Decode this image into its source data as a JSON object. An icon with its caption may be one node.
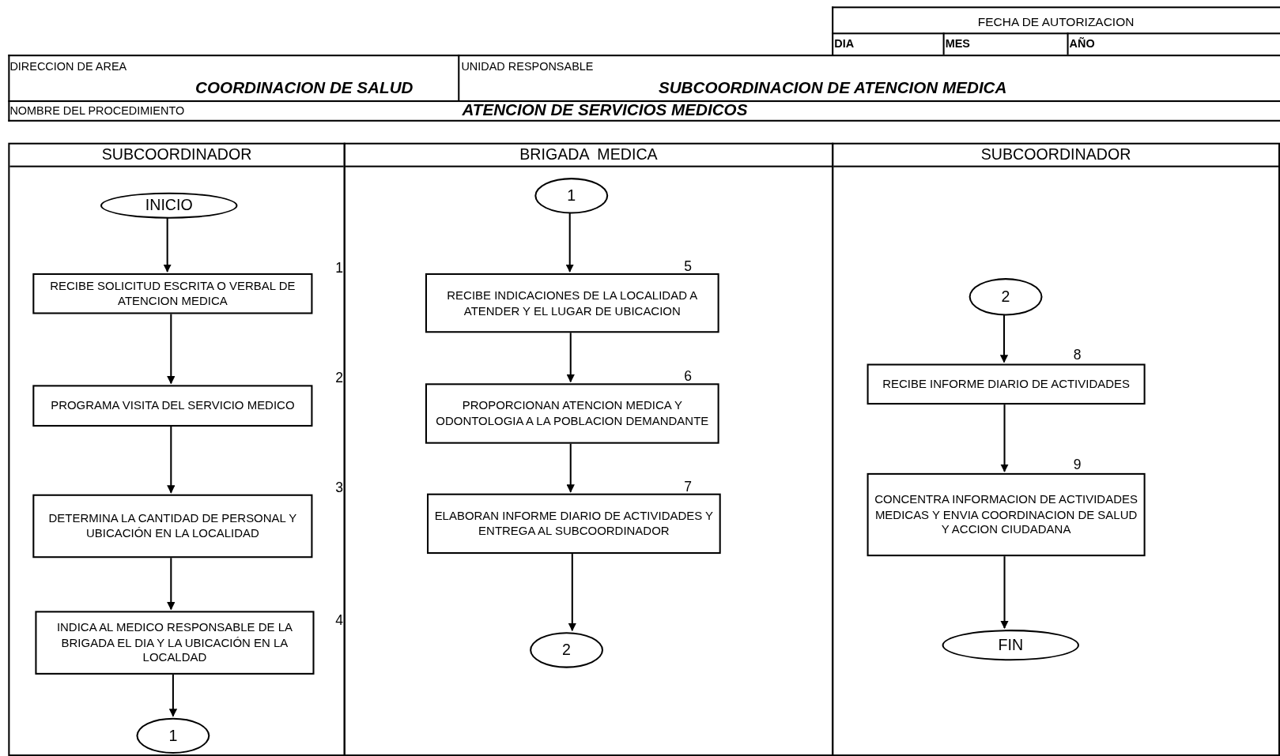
{
  "diagram": {
    "nodes": [
      {
        "text": [
          "SUBCOORDINADOR"
        ]
      },
      {
        "text": [
          "INICIO"
        ],
        "in": 0
      },
      {
        "text": [
          "RECIBE SOLICITUD ESCRITA O VERBAL DE ATENCION MEDICA"
        ],
        "beside": [
          "1"
        ],
        "in": 0
      },
      {
        "text": [
          "PROGRAMA VISITA DEL SERVICIO MEDICO"
        ],
        "beside": [
          "2"
        ],
        "in": 0
      },
      {
        "text": [
          "DETERMINA LA CANTIDAD DE PERSONAL Y UBICACIÓN EN LA LOCALIDAD"
        ],
        "beside": [
          "3"
        ],
        "in": 0
      },
      {
        "text": [
          "INDICA AL MEDICO RESPONSABLE DE LA BRIGADA EL DIA Y LA UBICACIÓN EN LA LOCALDAD"
        ],
        "beside": [
          "4"
        ],
        "in": 0
      },
      {
        "text": [
          "1"
        ],
        "in": 0
      },
      {
        "text": [
          "BRIGADA  MEDICA"
        ]
      },
      {
        "text": [
          "1"
        ],
        "in": 7
      },
      {
        "text": [
          "RECIBE INDICACIONES DE LA LOCALIDAD A ATENDER Y EL LUGAR DE UBICACION"
        ],
        "beside": [
          "5"
        ],
        "in": 7
      },
      {
        "text": [
          "PROPORCIONAN ATENCION MEDICA Y ODONTOLOGIA A LA POBLACION DEMANDANTE"
        ],
        "beside": [
          "6"
        ],
        "in": 7
      },
      {
        "text": [
          "ELABORAN INFORME DIARIO DE ACTIVIDADES Y ENTREGA AL SUBCOORDINADOR"
        ],
        "beside": [
          "7"
        ],
        "in": 7
      },
      {
        "text": [
          "2"
        ],
        "in": 7
      },
      {
        "text": [
          "SUBCOORDINADOR"
        ]
      },
      {
        "text": [
          "2"
        ],
        "in": 13
      },
      {
        "text": [
          "RECIBE INFORME DIARIO DE ACTIVIDADES"
        ],
        "beside": [
          "8"
        ],
        "in": 13
      },
      {
        "text": [
          "CONCENTRA INFORMACION DE ACTIVIDADES MEDICAS Y ENVIA COORDINACION DE SALUD Y ACCION CIUDADANA"
        ],
        "beside": [
          "9"
        ],
        "in": 13
      },
      {
        "text": [
          "FIN"
        ],
        "in": 13
      }
    ],
    "edges": [
      {
        "from": 1,
        "to": 2,
        "arrow": "to"
      },
      {
        "from": 2,
        "to": 3,
        "arrow": "to"
      },
      {
        "from": 3,
        "to": 4,
        "arrow": "to"
      },
      {
        "from": 4,
        "to": 5,
        "arrow": "to"
      },
      {
        "from": 5,
        "to": 6,
        "arrow": "to"
      },
      {
        "from": 8,
        "to": 9,
        "arrow": "to"
      },
      {
        "from": 9,
        "to": 10,
        "arrow": "to"
      },
      {
        "from": 10,
        "to": 11,
        "arrow": "to"
      },
      {
        "from": 11,
        "to": 12,
        "arrow": "to"
      },
      {
        "from": 14,
        "to": 15,
        "arrow": "to"
      },
      {
        "from": 15,
        "to": 16,
        "arrow": "to"
      },
      {
        "from": 16,
        "to": 17,
        "arrow": "to"
      }
    ],
    "labels": [
      "FECHA DE AUTORIZACION",
      "DIA",
      "MES",
      "AÑO",
      "DIRECCION DE AREA",
      "COORDINACION DE SALUD",
      "UNIDAD RESPONSABLE",
      "SUBCOORDINACION DE ATENCION MEDICA",
      "NOMBRE DEL PROCEDIMIENTO",
      "ATENCION DE SERVICIOS MEDICOS"
    ]
  }
}
